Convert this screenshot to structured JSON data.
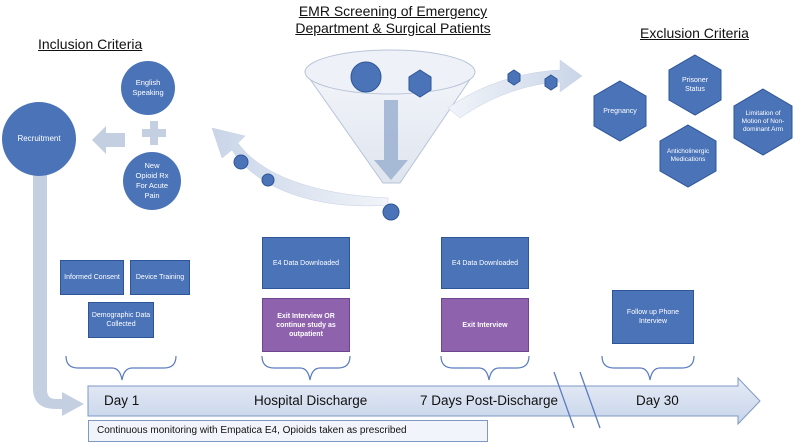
{
  "header": {
    "title_line1": "EMR Screening of Emergency",
    "title_line2": "Department & Surgical Patients",
    "inclusion": "Inclusion Criteria",
    "exclusion": "Exclusion Criteria"
  },
  "inclusion": {
    "english": "English Speaking",
    "opioid": "New Opioid Rx For Acute Pain",
    "recruitment": "Recruitment"
  },
  "exclusion": {
    "pregnancy": "Pregnancy",
    "prisoner": "Prisoner Status",
    "limitation": "Limitation of Motion of Non-dominant Arm",
    "anticholinergic": "Anticholinergic Medications"
  },
  "day1": {
    "consent": "Informed Consent",
    "training": "Device Training",
    "demographic": "Demographic Data Collected"
  },
  "discharge": {
    "download": "E4 Data Downloaded",
    "exit": "Exit Interview OR continue study as outpatient"
  },
  "postdischarge": {
    "download": "E4 Data Downloaded",
    "exit": "Exit Interview"
  },
  "day30": {
    "phone": "Follow up Phone Interview"
  },
  "timeline": {
    "day1": "Day 1",
    "discharge": "Hospital Discharge",
    "post": "7 Days Post-Discharge",
    "day30": "Day 30",
    "monitoring": "Continuous monitoring with Empatica E4, Opioids taken as prescribed"
  },
  "colors": {
    "blue": "#4a73b8",
    "purple": "#8e62ad",
    "light": "#d6e0f0"
  }
}
